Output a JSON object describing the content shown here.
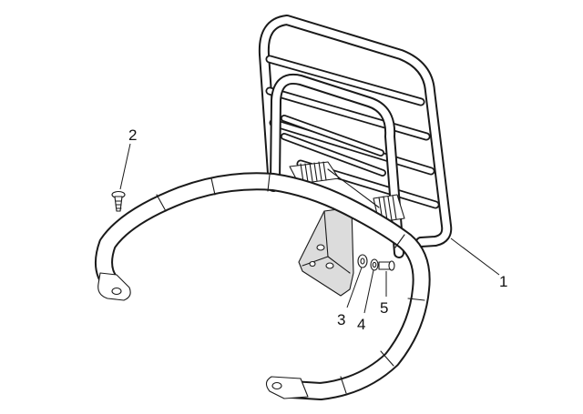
{
  "diagram": {
    "callouts": [
      {
        "id": "1",
        "label": "1"
      },
      {
        "id": "2",
        "label": "2"
      },
      {
        "id": "3",
        "label": "3"
      },
      {
        "id": "4",
        "label": "4"
      },
      {
        "id": "5",
        "label": "5"
      }
    ],
    "colors": {
      "line": "#1a1a1a",
      "background": "#ffffff",
      "shade": "#dcdcdc"
    }
  }
}
